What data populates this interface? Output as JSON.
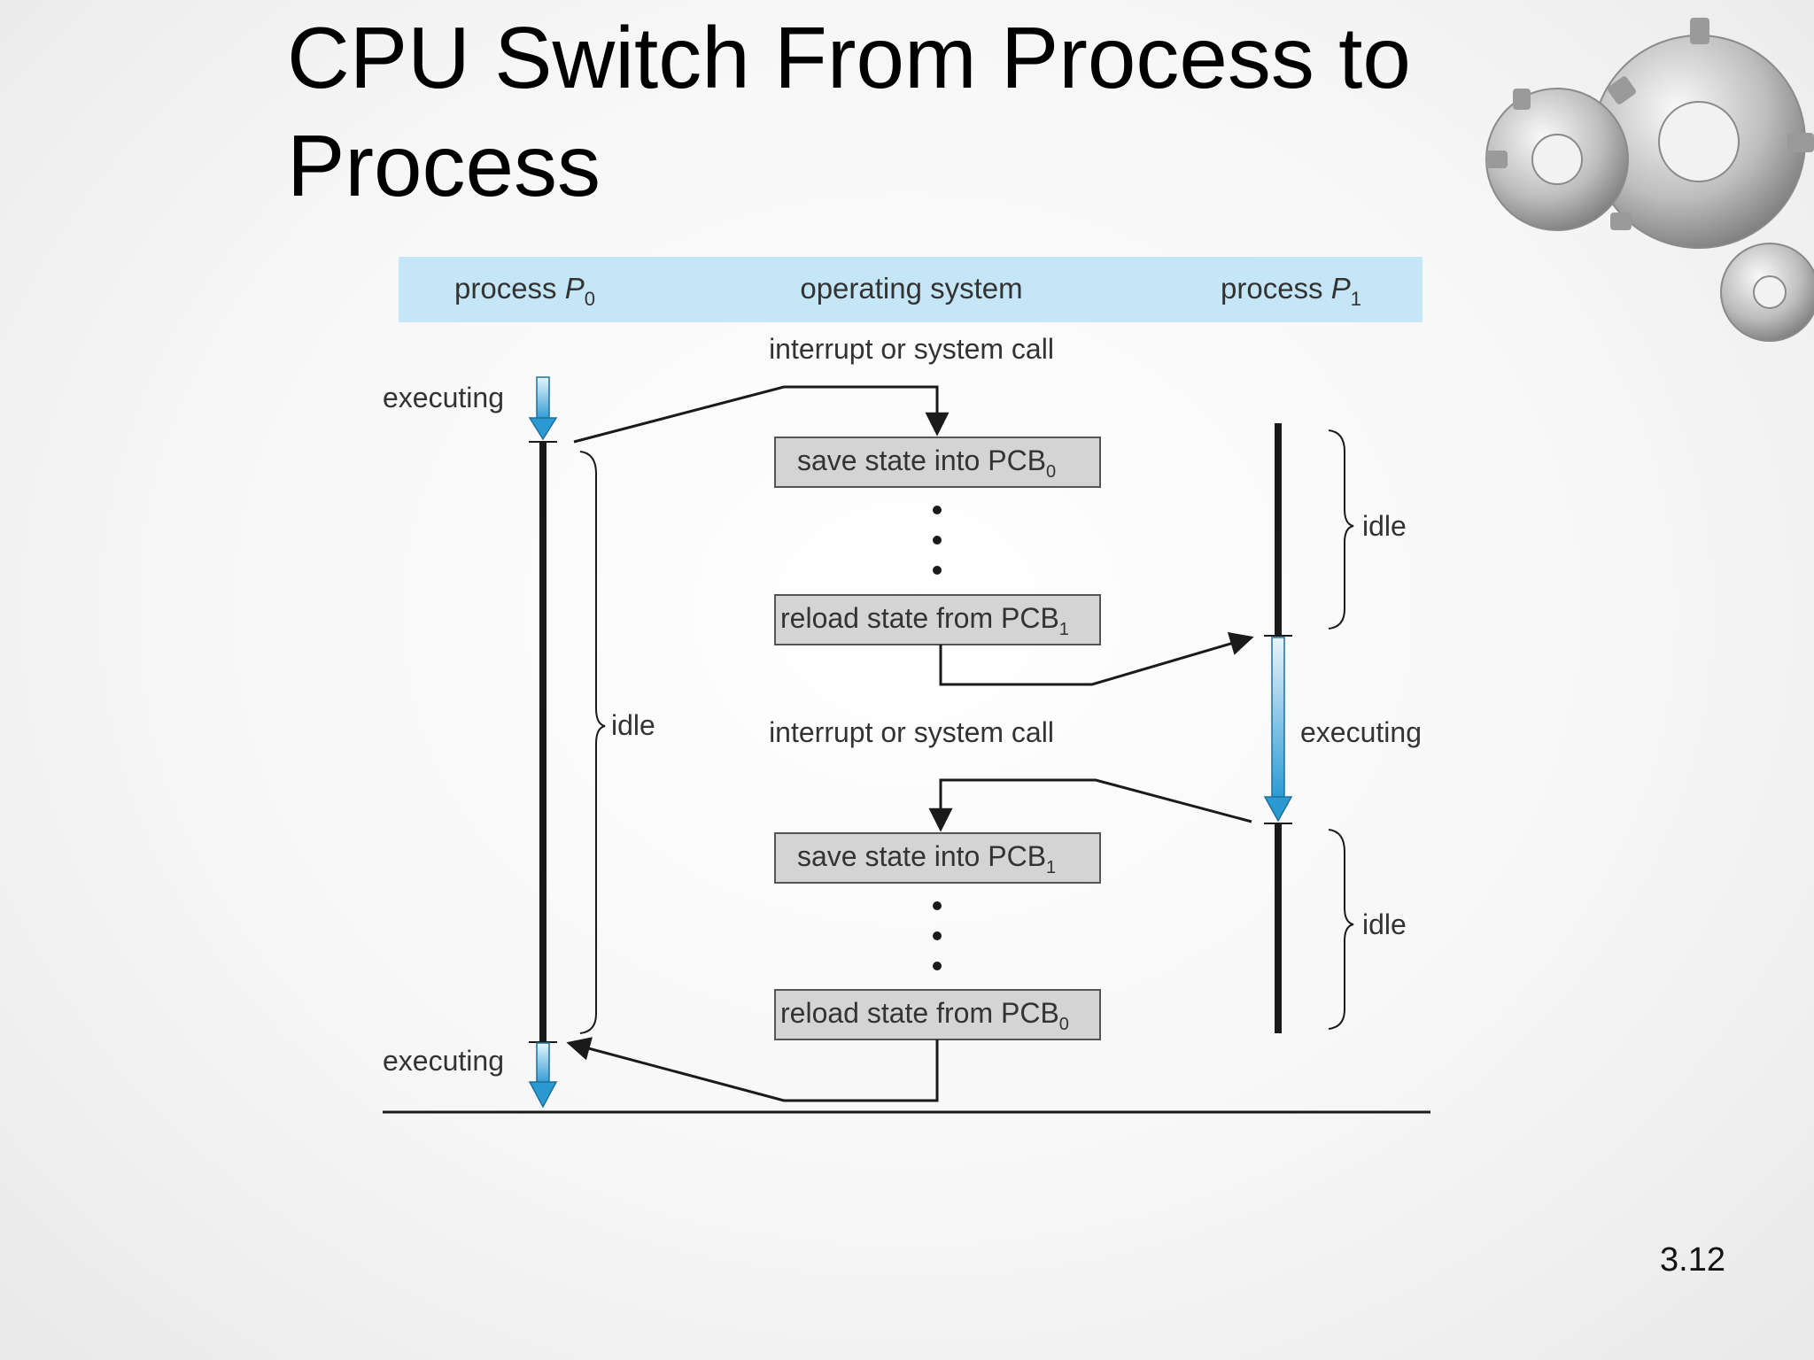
{
  "title": {
    "line1": "CPU Switch From Process to",
    "line2": "Process"
  },
  "page_number": "3.12",
  "diagram": {
    "header": {
      "left": {
        "text": "process ",
        "name": "P",
        "sub": "0"
      },
      "center": "operating system",
      "right": {
        "text": "process ",
        "name": "P",
        "sub": "1"
      }
    },
    "interrupt_top": "interrupt or system call",
    "interrupt_mid": "interrupt or system call",
    "boxes": [
      {
        "text": "save state into PCB",
        "sub": "0"
      },
      {
        "text": "reload state from PCB",
        "sub": "1"
      },
      {
        "text": "save state into PCB",
        "sub": "1"
      },
      {
        "text": "reload state from PCB",
        "sub": "0"
      }
    ],
    "p0": {
      "executing_top": "executing",
      "idle": "idle",
      "executing_bottom": "executing"
    },
    "p1": {
      "idle_top": "idle",
      "executing": "executing",
      "idle_bottom": "idle"
    }
  },
  "colors": {
    "header_band": "#c5e6f7",
    "box_fill": "#d4d4d4",
    "arrow_blue": "#3ba4d9",
    "line_dark": "#1a1a1a"
  }
}
